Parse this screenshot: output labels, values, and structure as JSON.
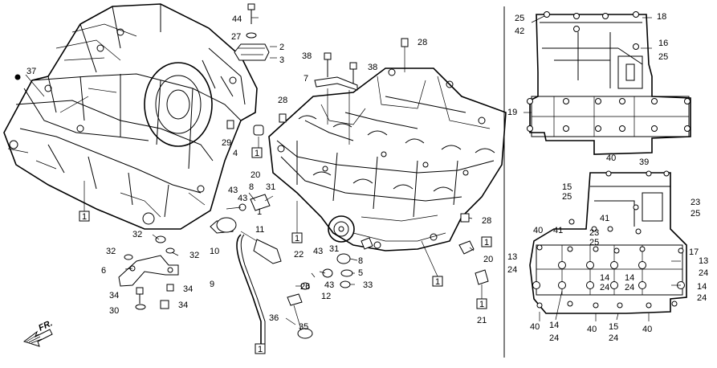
{
  "front_indicator": {
    "label": "FR."
  },
  "callouts": [
    {
      "id": "c44",
      "text": "44"
    },
    {
      "id": "c27",
      "text": "27"
    },
    {
      "id": "c2",
      "text": "2"
    },
    {
      "id": "c3",
      "text": "3"
    },
    {
      "id": "c28a",
      "text": "28"
    },
    {
      "id": "c38a",
      "text": "38"
    },
    {
      "id": "c38b",
      "text": "38"
    },
    {
      "id": "c7",
      "text": "7"
    },
    {
      "id": "c37",
      "text": "37"
    },
    {
      "id": "c28b",
      "text": "28"
    },
    {
      "id": "c29",
      "text": "29"
    },
    {
      "id": "c4",
      "text": "4"
    },
    {
      "id": "c20a",
      "text": "20"
    },
    {
      "id": "c43a",
      "text": "43"
    },
    {
      "id": "c8a",
      "text": "8"
    },
    {
      "id": "c31a",
      "text": "31"
    },
    {
      "id": "c43b",
      "text": "43"
    },
    {
      "id": "c1a",
      "text": "1"
    },
    {
      "id": "c32a",
      "text": "32"
    },
    {
      "id": "c32b",
      "text": "32"
    },
    {
      "id": "c32c",
      "text": "32"
    },
    {
      "id": "c6",
      "text": "6"
    },
    {
      "id": "c10",
      "text": "10"
    },
    {
      "id": "c9",
      "text": "9"
    },
    {
      "id": "c11",
      "text": "11"
    },
    {
      "id": "c22",
      "text": "22"
    },
    {
      "id": "c31b",
      "text": "31"
    },
    {
      "id": "c43c",
      "text": "43"
    },
    {
      "id": "c8b",
      "text": "8"
    },
    {
      "id": "c5",
      "text": "5"
    },
    {
      "id": "c43d",
      "text": "43"
    },
    {
      "id": "c26",
      "text": "26"
    },
    {
      "id": "c33",
      "text": "33"
    },
    {
      "id": "c12",
      "text": "12"
    },
    {
      "id": "c34a",
      "text": "34"
    },
    {
      "id": "c34b",
      "text": "34"
    },
    {
      "id": "c34c",
      "text": "34"
    },
    {
      "id": "c30",
      "text": "30"
    },
    {
      "id": "c36",
      "text": "36"
    },
    {
      "id": "c35",
      "text": "35"
    },
    {
      "id": "c28c",
      "text": "28"
    },
    {
      "id": "c20b",
      "text": "20"
    },
    {
      "id": "c21",
      "text": "21"
    },
    {
      "id": "c25a",
      "text": "25"
    },
    {
      "id": "c42",
      "text": "42"
    },
    {
      "id": "c18",
      "text": "18"
    },
    {
      "id": "c16a",
      "text": "16"
    },
    {
      "id": "c25b",
      "text": "25"
    },
    {
      "id": "c19",
      "text": "19"
    },
    {
      "id": "c40a",
      "text": "40"
    },
    {
      "id": "c39",
      "text": "39"
    },
    {
      "id": "c15a",
      "text": "15"
    },
    {
      "id": "c25c",
      "text": "25"
    },
    {
      "id": "c23a",
      "text": "23"
    },
    {
      "id": "c25d",
      "text": "25"
    },
    {
      "id": "c41a",
      "text": "41"
    },
    {
      "id": "c41b",
      "text": "41"
    },
    {
      "id": "c40b",
      "text": "40"
    },
    {
      "id": "c23b",
      "text": "23"
    },
    {
      "id": "c25e",
      "text": "25"
    },
    {
      "id": "c13a",
      "text": "13"
    },
    {
      "id": "c24a",
      "text": "24"
    },
    {
      "id": "c17",
      "text": "17"
    },
    {
      "id": "c13b",
      "text": "13"
    },
    {
      "id": "c24b",
      "text": "24"
    },
    {
      "id": "c14a",
      "text": "14"
    },
    {
      "id": "c24c",
      "text": "24"
    },
    {
      "id": "c14b",
      "text": "14"
    },
    {
      "id": "c24d",
      "text": "24"
    },
    {
      "id": "c40c",
      "text": "40"
    },
    {
      "id": "c14c",
      "text": "14"
    },
    {
      "id": "c24e",
      "text": "24"
    },
    {
      "id": "c40d",
      "text": "40"
    },
    {
      "id": "c15b",
      "text": "15"
    },
    {
      "id": "c24f",
      "text": "24"
    },
    {
      "id": "c40e",
      "text": "40"
    },
    {
      "id": "c14d",
      "text": "14"
    },
    {
      "id": "c24g",
      "text": "24"
    }
  ],
  "ref_boxes": [
    {
      "id": "b1a",
      "text": "1"
    },
    {
      "id": "b1b",
      "text": "1"
    },
    {
      "id": "b1c",
      "text": "1"
    },
    {
      "id": "b1d",
      "text": "1"
    },
    {
      "id": "b1e",
      "text": "1"
    },
    {
      "id": "b1f",
      "text": "1"
    },
    {
      "id": "b1g",
      "text": "1"
    }
  ]
}
